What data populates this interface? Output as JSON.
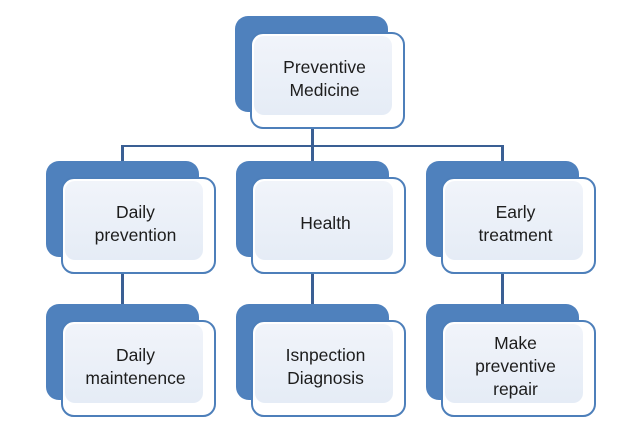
{
  "diagram": {
    "type": "org-chart",
    "nodes": {
      "root": {
        "id": "preventive-medicine",
        "label": "Preventive\nMedicine"
      },
      "level1": [
        {
          "id": "daily-prevention",
          "label": "Daily\nprevention"
        },
        {
          "id": "health",
          "label": "Health"
        },
        {
          "id": "early-treatment",
          "label": "Early\ntreatment"
        }
      ],
      "level2": [
        {
          "id": "daily-maintenence",
          "label": "Daily\nmaintenence"
        },
        {
          "id": "isnpection-diagnosis",
          "label": "Isnpection\nDiagnosis"
        },
        {
          "id": "make-preventive-repair",
          "label": "Make\npreventive\nrepair"
        }
      ]
    },
    "edges": [
      {
        "from": "preventive-medicine",
        "to": "daily-prevention"
      },
      {
        "from": "preventive-medicine",
        "to": "health"
      },
      {
        "from": "preventive-medicine",
        "to": "early-treatment"
      },
      {
        "from": "daily-prevention",
        "to": "daily-maintenence"
      },
      {
        "from": "health",
        "to": "isnpection-diagnosis"
      },
      {
        "from": "early-treatment",
        "to": "make-preventive-repair"
      }
    ],
    "colors": {
      "shape_fill": "#4f81bd",
      "shape_border": "#4d7fba",
      "panel_fill_top": "#f1f4fa",
      "panel_fill_bottom": "#e5ecf6",
      "connector": "#3a5f94",
      "text": "#1d1d1d",
      "background": "#ffffff"
    }
  }
}
